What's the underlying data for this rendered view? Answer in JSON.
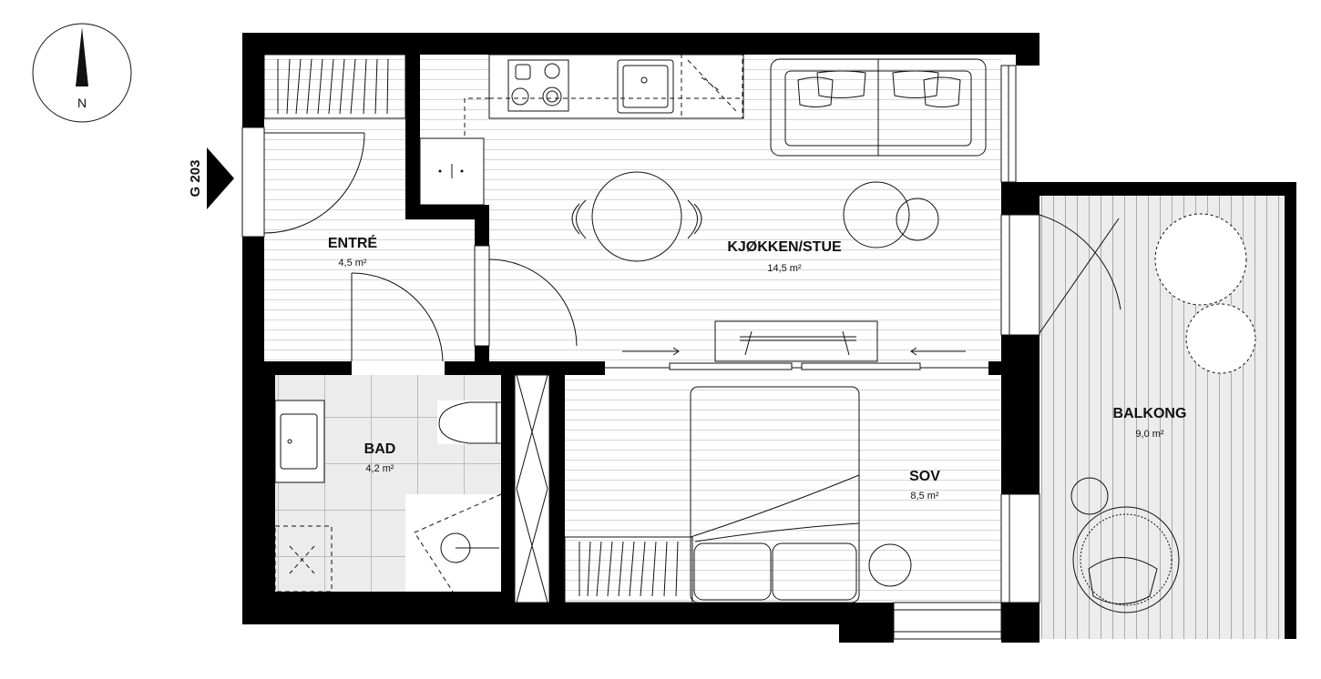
{
  "compass": {
    "label": "N"
  },
  "unit": {
    "label": "G 203"
  },
  "rooms": {
    "entre": {
      "name": "ENTRÉ",
      "area": "4,5 m²"
    },
    "kjokken": {
      "name": "KJØKKEN/STUE",
      "area": "14,5 m²"
    },
    "bad": {
      "name": "BAD",
      "area": "4,2 m²"
    },
    "sov": {
      "name": "SOV",
      "area": "8,5 m²"
    },
    "balkong": {
      "name": "BALKONG",
      "area": "9,0 m²"
    }
  }
}
